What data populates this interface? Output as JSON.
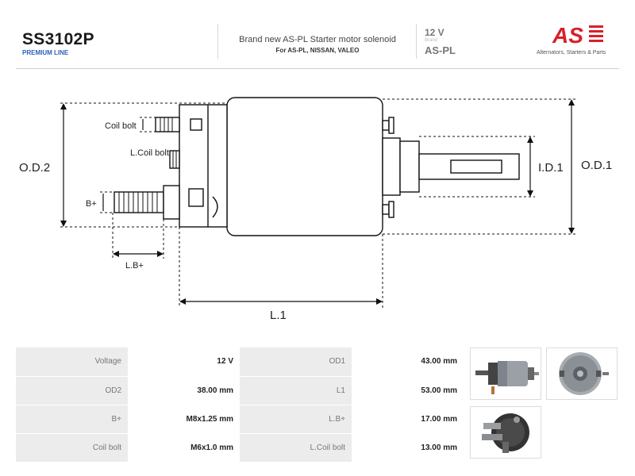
{
  "header": {
    "part_code": "SS3102P",
    "line_tag": "PREMIUM LINE",
    "description": "Brand new AS-PL Starter motor solenoid",
    "fits": "For AS-PL, NISSAN, VALEO",
    "voltage": "12 V",
    "brand_caption": "Brand",
    "brand": "AS-PL",
    "logo_text": "AS",
    "logo_tagline": "Alternators, Starters & Parts"
  },
  "drawing": {
    "labels": {
      "od2": "O.D.2",
      "od1": "O.D.1",
      "id1": "I.D.1",
      "l1": "L.1",
      "lbplus": "L.B+",
      "bplus": "B+",
      "coil_bolt": "Coil bolt",
      "l_coil_bolt": "L.Coil bolt"
    }
  },
  "specs": {
    "rows": [
      [
        {
          "label": "Voltage",
          "value": "12 V"
        },
        {
          "label": "OD1",
          "value": "43.00 mm"
        }
      ],
      [
        {
          "label": "OD2",
          "value": "38.00 mm"
        },
        {
          "label": "L1",
          "value": "53.00 mm"
        }
      ],
      [
        {
          "label": "B+",
          "value": "M8x1.25 mm"
        },
        {
          "label": "L.B+",
          "value": "17.00 mm"
        }
      ],
      [
        {
          "label": "Coil bolt",
          "value": "M6x1.0 mm"
        },
        {
          "label": "L.Coil bolt",
          "value": "13.00 mm"
        }
      ]
    ]
  },
  "colors": {
    "accent_red": "#d8202a",
    "line_blue": "#2a62b8"
  }
}
